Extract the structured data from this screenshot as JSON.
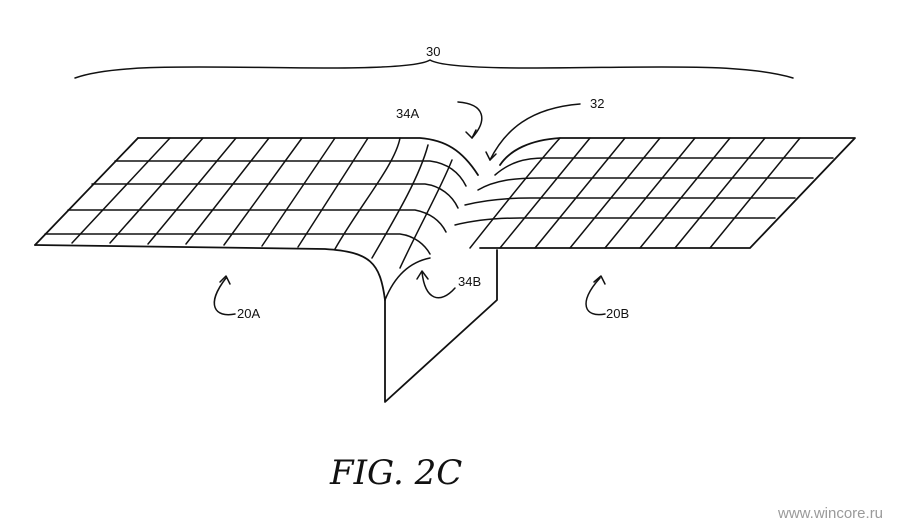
{
  "labels": {
    "bracket": "30",
    "fold_top": "34A",
    "crease": "32",
    "fold_bottom": "34B",
    "panel_left": "20A",
    "panel_right": "20B"
  },
  "caption": "FIG. 2C",
  "watermark": "www.wincore.ru"
}
